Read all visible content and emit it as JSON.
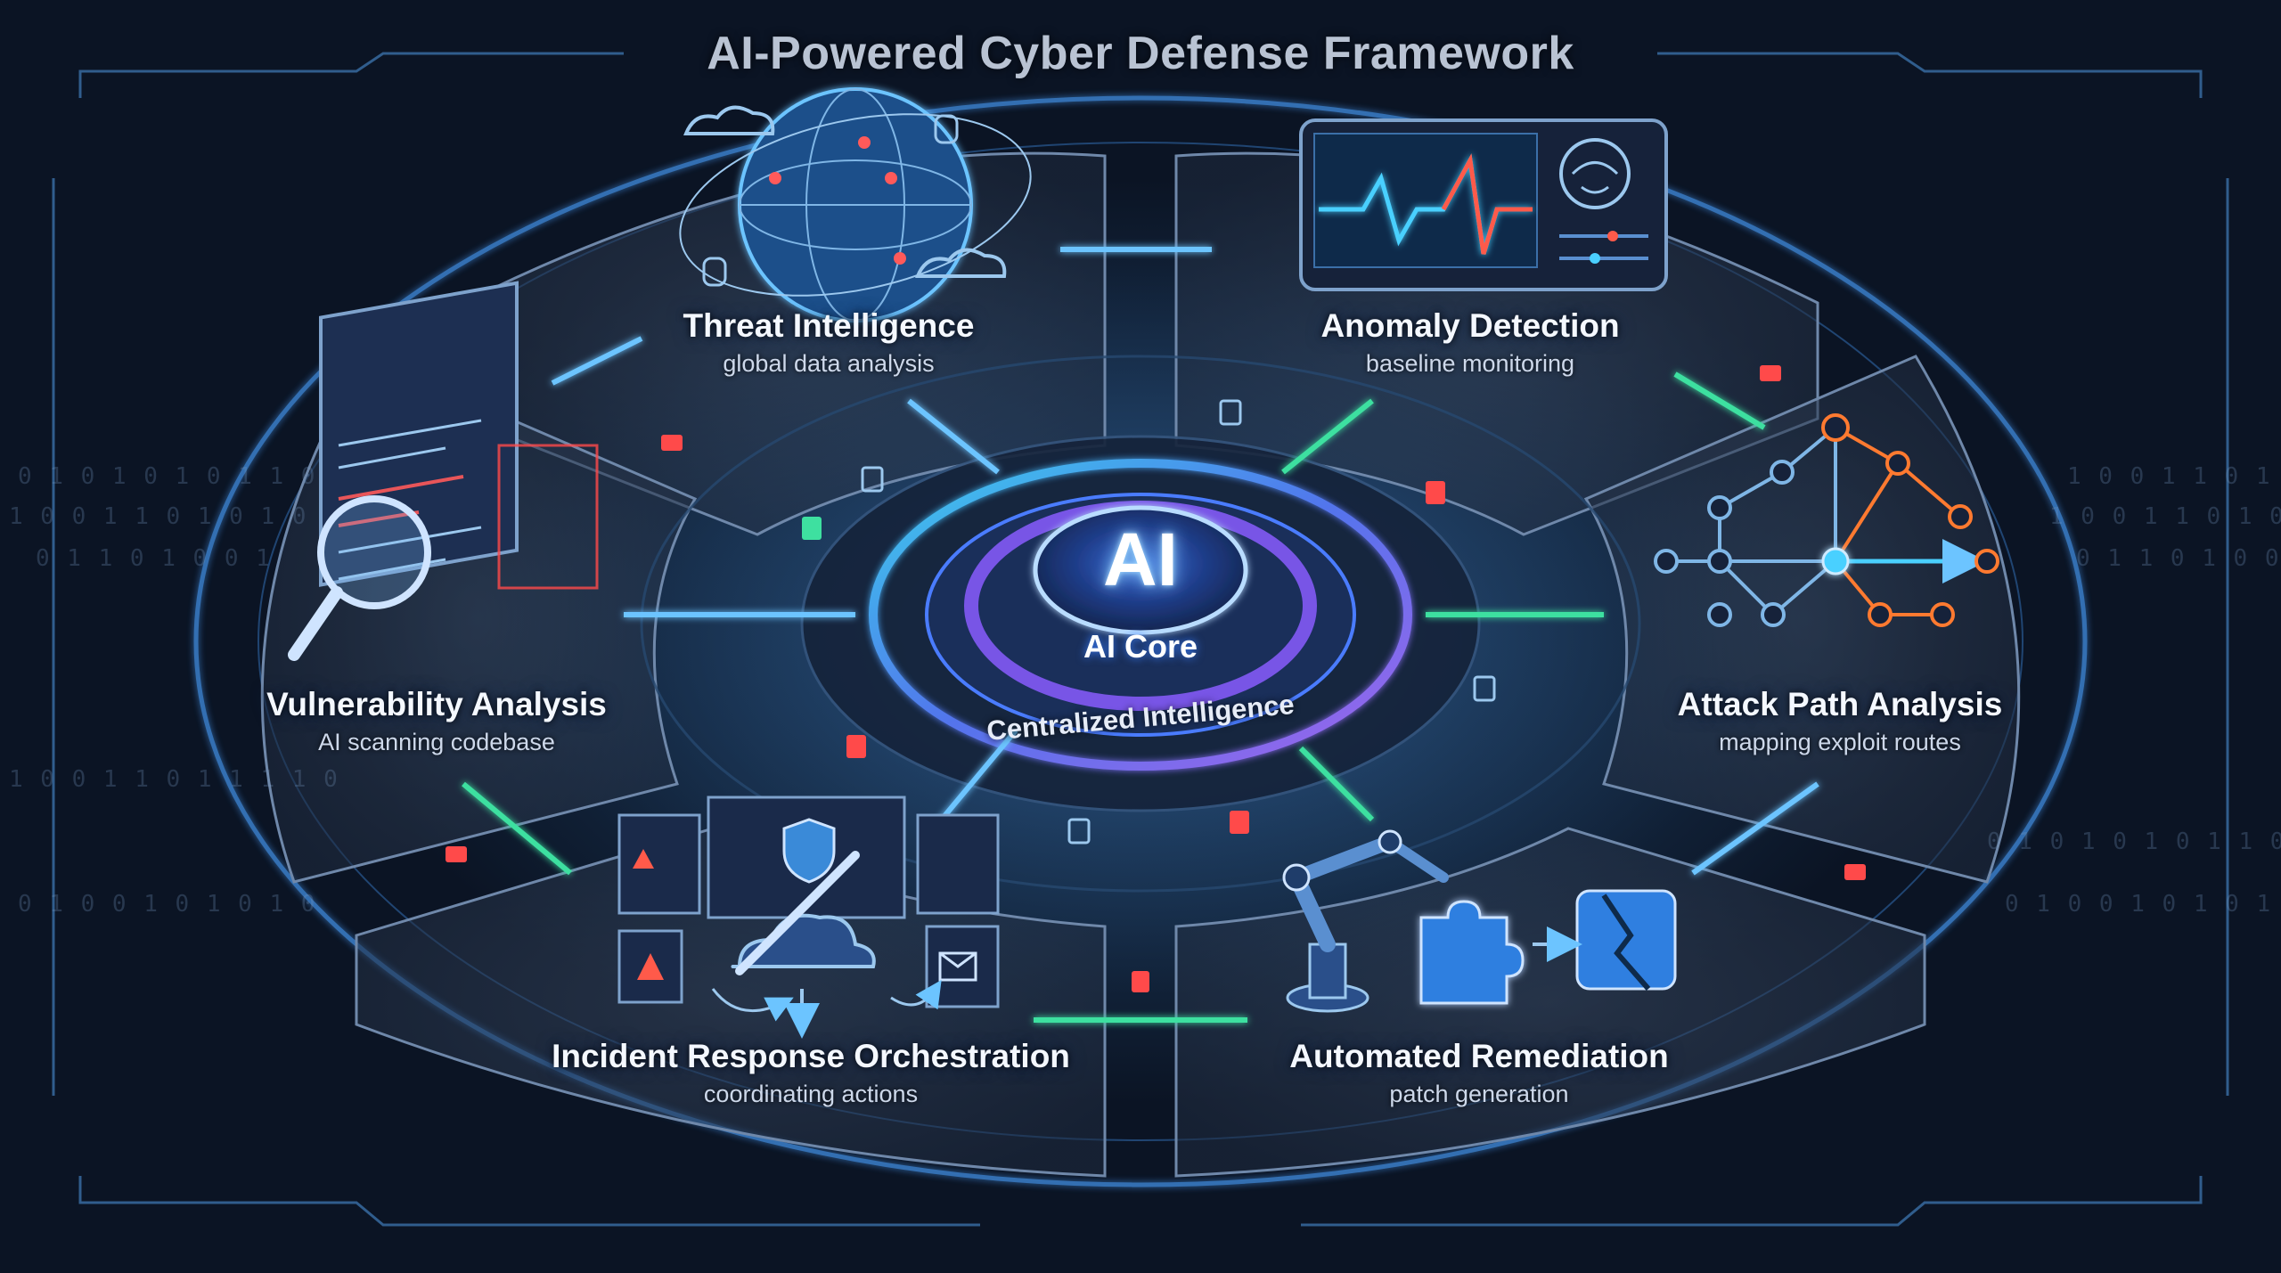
{
  "title": "AI-Powered Cyber Defense Framework",
  "core": {
    "badge": "AI",
    "title": "AI Core",
    "subtitle": "Centralized Intelligence"
  },
  "modules": [
    {
      "id": "threat-intelligence",
      "title": "Threat Intelligence",
      "subtitle": "global data analysis",
      "icon": "globe-network-icon"
    },
    {
      "id": "anomaly-detection",
      "title": "Anomaly Detection",
      "subtitle": "baseline monitoring",
      "icon": "heartbeat-monitor-icon"
    },
    {
      "id": "vulnerability-analysis",
      "title": "Vulnerability Analysis",
      "subtitle": "AI scanning codebase",
      "icon": "magnifier-code-icon"
    },
    {
      "id": "attack-path-analysis",
      "title": "Attack Path Analysis",
      "subtitle": "mapping exploit routes",
      "icon": "node-graph-icon"
    },
    {
      "id": "incident-response",
      "title": "Incident Response Orchestration",
      "subtitle": "coordinating actions",
      "icon": "cloud-dashboard-icon"
    },
    {
      "id": "automated-remediation",
      "title": "Automated Remediation",
      "subtitle": "patch generation",
      "icon": "robot-arm-puzzle-icon"
    }
  ],
  "binary_rows": [
    "0 1 0 1 0 1 0 1 1 0",
    "1 0 0 1 1 0 1 0 1 0",
    "0 1 1 0 1 0 0 1",
    "1 0 0 1 1 0 1 1 0",
    "1 0 0 1 1 0 1 1 1 1 0",
    "0 1 0 0 1 0 1 0 1 0"
  ],
  "colors": {
    "background": "#0b1220",
    "accent_blue": "#4aa8ff",
    "accent_green": "#3ee0a0",
    "accent_purple": "#9a6bff",
    "alert_red": "#ff4a4a",
    "alert_orange": "#ff7a30"
  }
}
